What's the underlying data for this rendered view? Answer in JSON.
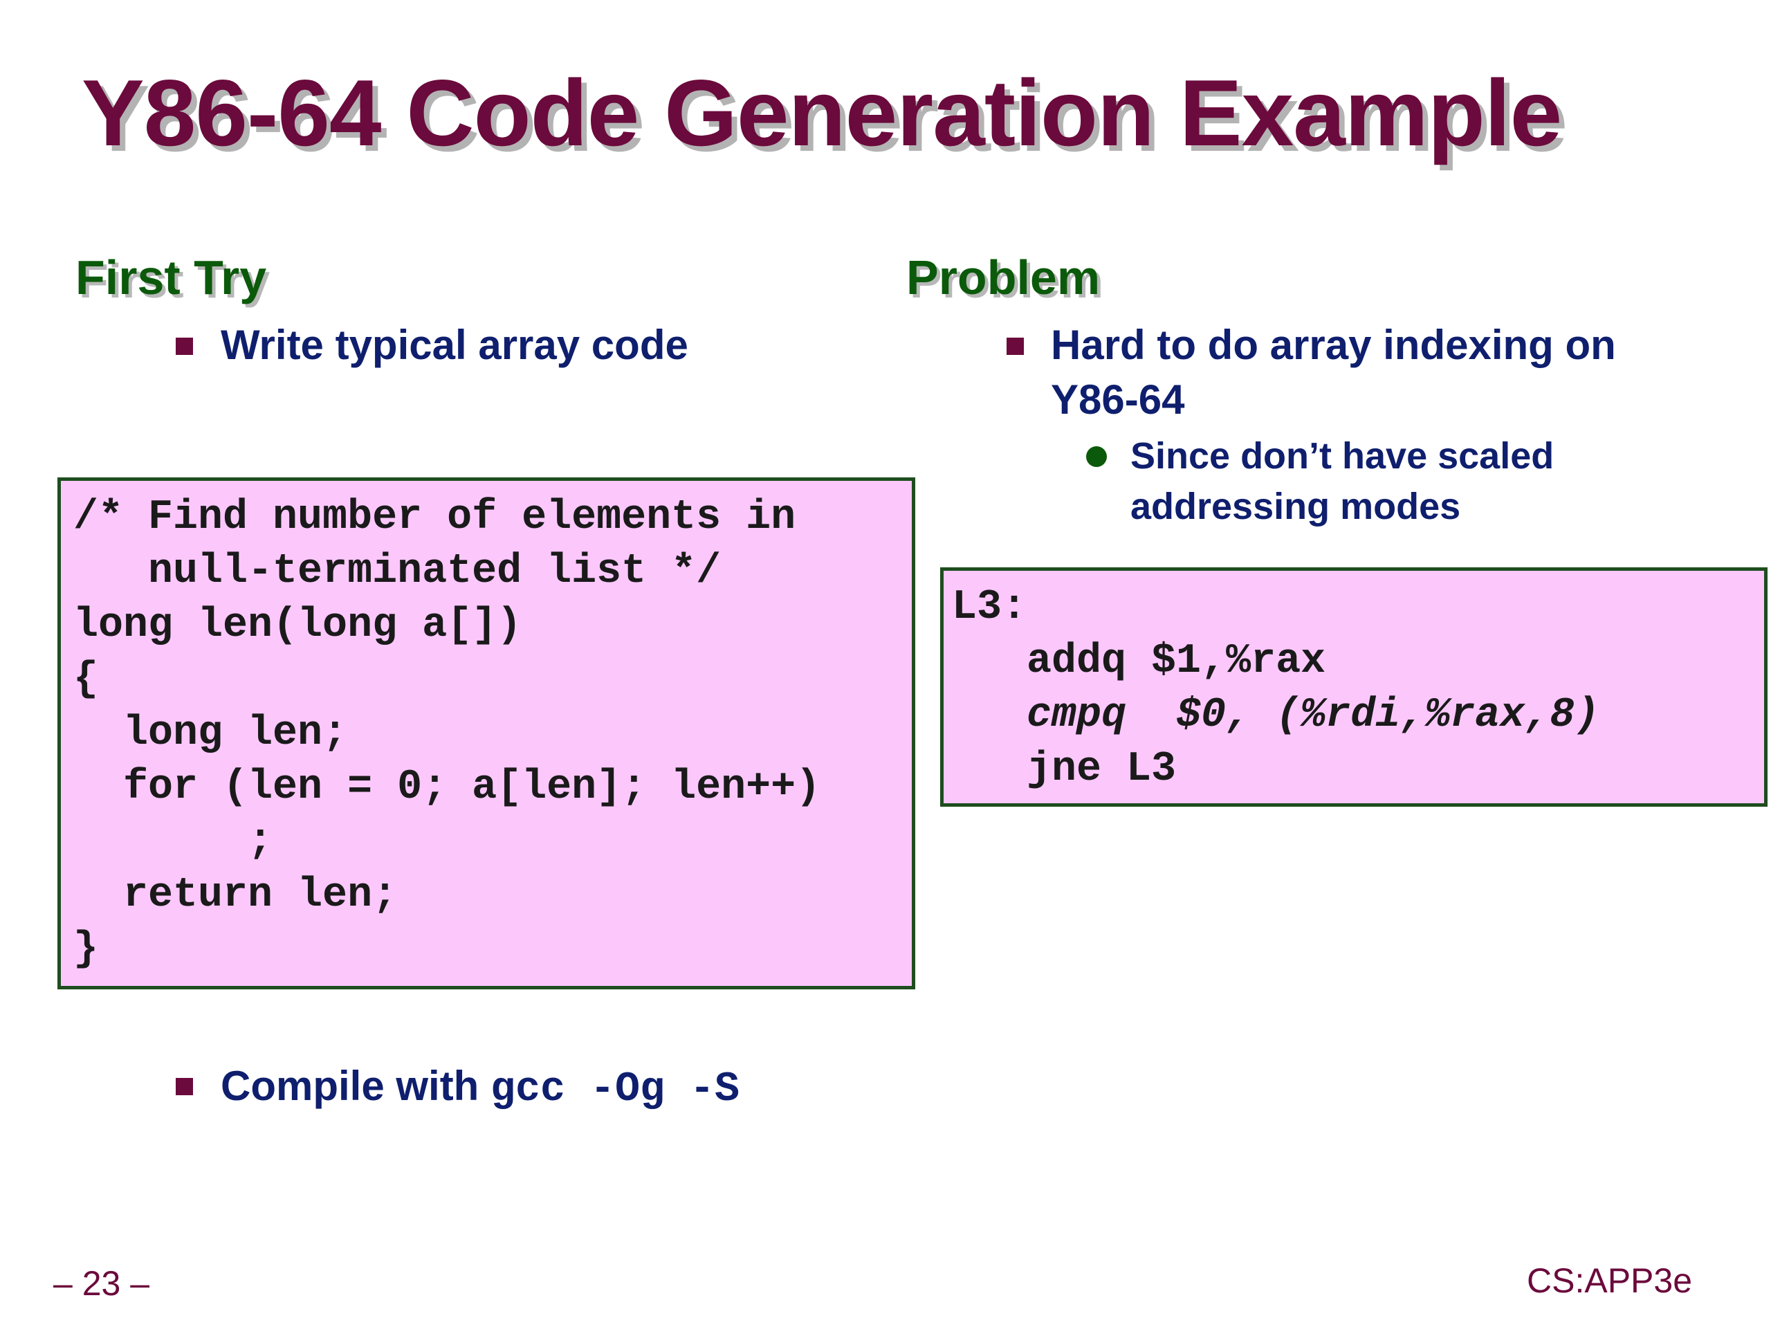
{
  "title": "Y86-64 Code Generation Example",
  "left": {
    "heading": "First Try",
    "bullet1": "Write typical array code",
    "code_lines": [
      "/* Find number of elements in",
      "   null-terminated list */",
      "long len(long a[])",
      "{",
      "  long len;",
      "  for (len = 0; a[len]; len++)",
      "       ;",
      "  return len;",
      "}"
    ],
    "compile_text": "Compile with ",
    "compile_cmd": "gcc -Og -S"
  },
  "right": {
    "heading": "Problem",
    "bullet1_line1": "Hard to do array indexing on",
    "bullet1_line2": "Y86-64",
    "sub_line1": "Since don’t have scaled",
    "sub_line2": "addressing modes",
    "asm_label": "L3:",
    "asm_line1": "   addq $1,%rax",
    "asm_line2": "   cmpq  $0, (%rdi,%rax,8)",
    "asm_line3": "   jne L3"
  },
  "footer": {
    "page": "– 23 –",
    "course": "CS:APP3e"
  },
  "colors": {
    "title": "#6b0a3c",
    "heading": "#0b5a0b",
    "bullet_text": "#0f1f6e",
    "code_bg": "#fcc8fc",
    "code_border": "#1e4d1e"
  }
}
